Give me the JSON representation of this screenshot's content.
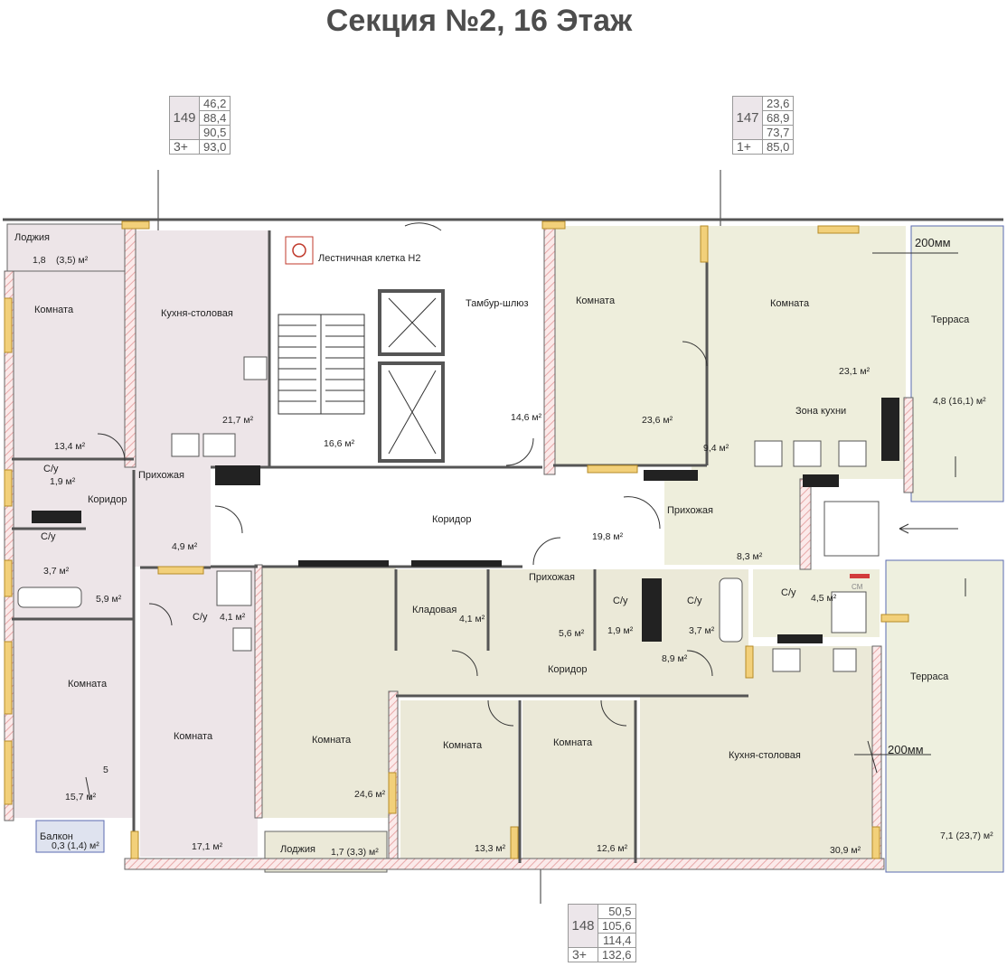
{
  "title": "Секция №2, 16 Этаж",
  "apartments": [
    {
      "id": "149",
      "rooms": "3+",
      "areas": [
        "46,2",
        "88,4",
        "90,5",
        "93,0"
      ]
    },
    {
      "id": "147",
      "rooms": "1+",
      "areas": [
        "23,6",
        "68,9",
        "73,7",
        "85,0"
      ]
    },
    {
      "id": "148",
      "rooms": "3+",
      "areas": [
        "50,5",
        "105,6",
        "114,4",
        "132,6"
      ]
    }
  ],
  "labels": {
    "loggia_top": "Лоджия",
    "loggia_top_area": "1,8",
    "loggia_top_sub": "(3,5) м²",
    "stair": "Лестничная клетка Н2",
    "vestibule": "Тамбур-шлюз",
    "kitchen_149": "Кухня-столовая",
    "kitchen_149_area": "21,7 м²",
    "room_149_a": "Комната",
    "room_149_a_area": "13,4 м²",
    "bath_149_a": "С/у",
    "bath_149_a_area": "1,9 м²",
    "hall_149": "Прихожая",
    "corr_149": "Коридор",
    "bath_149_b": "С/у",
    "bath_149_b_area": "3,7 м²",
    "corr_149_area": "5,9 м²",
    "hall_149_area": "4,9 м²",
    "room_149_b": "Комната",
    "room_149_b_area": "15,7 м²",
    "room_149_mark": "5",
    "balcony": "Балкон",
    "balcony_area": "0,3 (1,4) м²",
    "bath_149_c": "С/у",
    "bath_149_c_area": "4,1 м²",
    "room_149_c": "Комната",
    "room_149_c_area": "17,1 м²",
    "stair_area": "16,6 м²",
    "vest_area": "14,6 м²",
    "corridor_common": "Коридор",
    "corr_common_area": "19,8 м²",
    "room_147_a": "Комната",
    "room_147_a_area": "23,6 м²",
    "room_147_b": "Комната",
    "room_147_b_area": "23,1 м²",
    "kitchen_zone": "Зона кухни",
    "kitchen_zone_area": "9,4 м²",
    "hall_147": "Прихожая",
    "hall_147_area": "8,3 м²",
    "terrace_147": "Терраса",
    "terrace_147_area": "4,8 (16,1) м²",
    "bath_147": "С/у",
    "bath_147_area": "4,5 м²",
    "wall_200_top": "200мм",
    "pantry": "Кладовая",
    "pantry_area": "4,1 м²",
    "hall_148": "Прихожая",
    "hall_148_area": "5,6 м²",
    "bath_148_a": "С/у",
    "bath_148_a_area": "1,9 м²",
    "bath_148_b": "С/у",
    "bath_148_b_area": "3,7 м²",
    "corr_148": "Коридор",
    "corr_148_area": "8,9 м²",
    "room_148_a": "Комната",
    "room_148_a_area": "24,6 м²",
    "room_148_b": "Комната",
    "room_148_b_area": "13,3 м²",
    "room_148_c": "Комната",
    "room_148_c_area": "12,6 м²",
    "kitchen_148": "Кухня-столовая",
    "kitchen_148_area": "30,9 м²",
    "terrace_148": "Терраса",
    "terrace_148_area": "7,1 (23,7) м²",
    "wall_200_bottom": "200мм",
    "loggia_bottom": "Лоджия",
    "loggia_bottom_area": "1,7 (3,3) м²",
    "vent_label": "СМ"
  },
  "colors": {
    "room_149": "#ede5e8",
    "room_147": "#eeeedc",
    "room_148": "#ebe9d8",
    "terrace": "#eef0df",
    "stair": "#ffffff",
    "wall": "#606060",
    "brick": "#e8a9a9",
    "window": "#f2d07a",
    "title": "#4d4d4d"
  },
  "icons": [
    "stair-icon",
    "accessibility-icon",
    "elevator-icon",
    "arrow-icon"
  ]
}
